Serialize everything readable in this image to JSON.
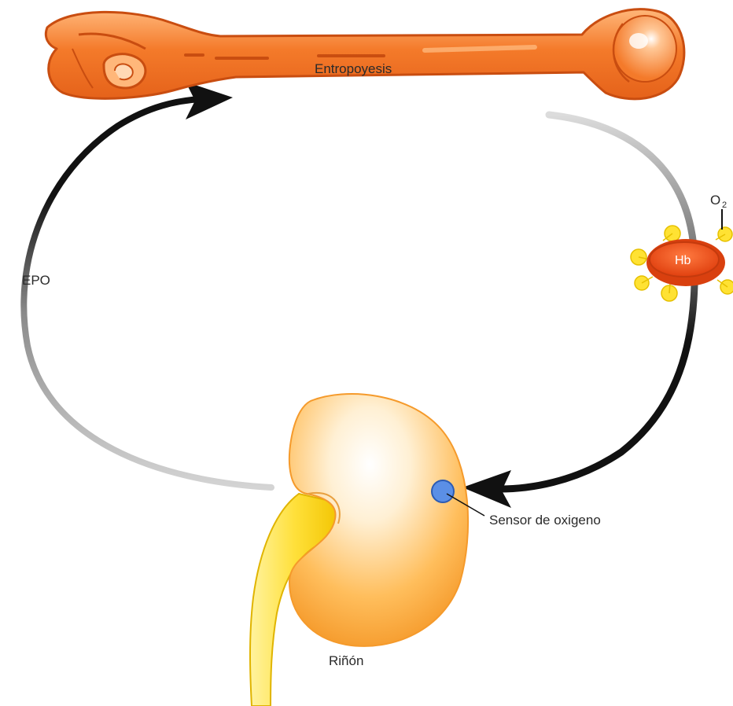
{
  "labels": {
    "bone": "Entropoyesis",
    "epo": "EPO",
    "hb": "Hb",
    "o2": "O",
    "o2_sub": "2",
    "sensor": "Sensor de oxigeno",
    "kidney": "Riñón"
  },
  "colors": {
    "bone_fill": "#f47a2a",
    "bone_light": "#ffb77a",
    "bone_stroke": "#c94d10",
    "kidney_fill": "#ffb347",
    "kidney_light": "#fff4dd",
    "ureter": "#ffe03a",
    "hb_cell": "#f0521c",
    "oxygen": "#ffe233",
    "sensor": "#5b8fe6",
    "arrow": "#111111",
    "arrow_fade": "#d4d4d4"
  }
}
